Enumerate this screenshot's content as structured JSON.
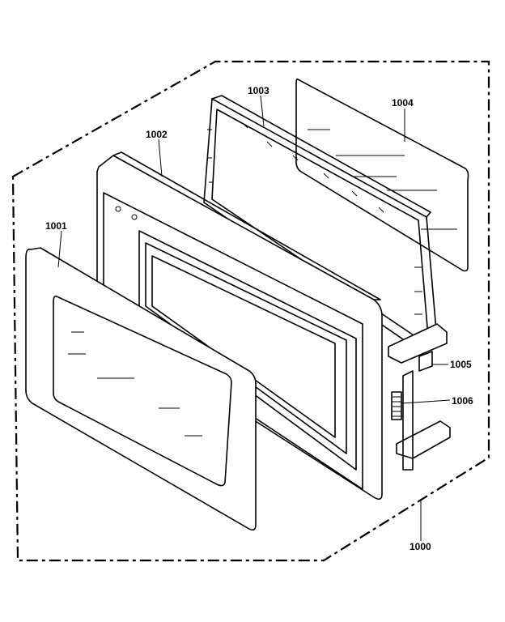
{
  "diagram": {
    "callouts": {
      "assembly": "1000",
      "outer_door": "1001",
      "door_frame": "1002",
      "choke_frame": "1003",
      "glass_panel": "1004",
      "latch": "1005",
      "spring": "1006"
    }
  }
}
